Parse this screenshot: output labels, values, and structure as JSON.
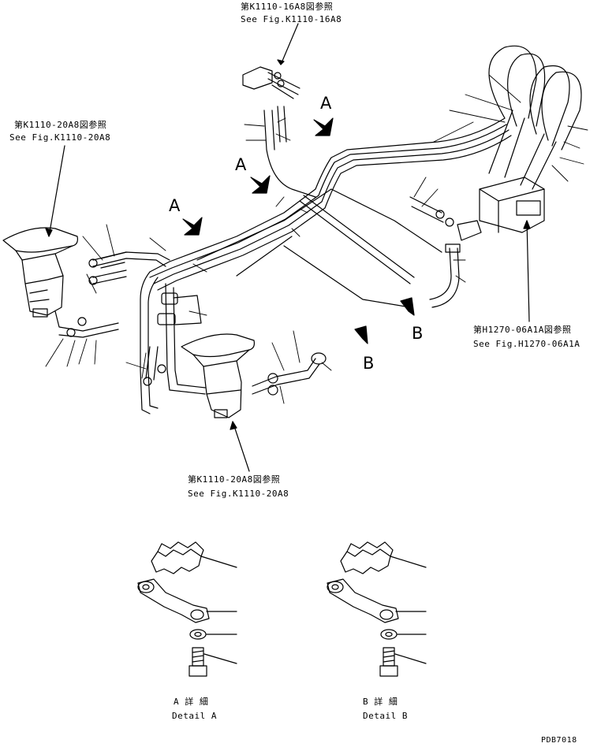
{
  "references": {
    "top": {
      "jp": "第K1110-16A8図参照",
      "en": "See Fig.K1110-16A8"
    },
    "left": {
      "jp": "第K1110-20A8図参照",
      "en": "See Fig.K1110-20A8"
    },
    "bottom": {
      "jp": "第K1110-20A8図参照",
      "en": "See Fig.K1110-20A8"
    },
    "right": {
      "jp": "第H1270-06A1A図参照",
      "en": "See Fig.H1270-06A1A"
    }
  },
  "view_callouts": {
    "a1": "A",
    "a2": "A",
    "a3": "A",
    "b1": "B",
    "b2": "B"
  },
  "details": {
    "a": {
      "jp": "A 詳 細",
      "en": "Detail A"
    },
    "b": {
      "jp": "B 詳 細",
      "en": "Detail B"
    }
  },
  "drawing_number": "PDB7018"
}
